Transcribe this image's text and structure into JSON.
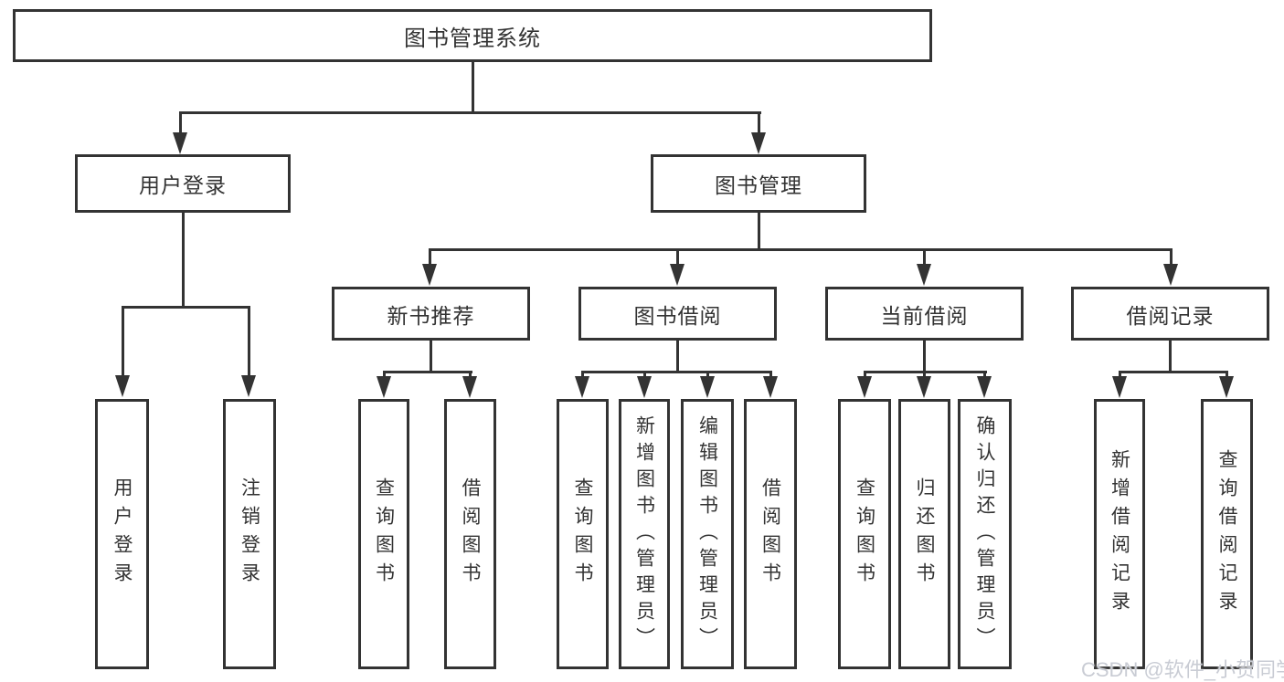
{
  "nodes": {
    "root": {
      "label": "图书管理系统"
    },
    "user_login": {
      "label": "用户登录"
    },
    "book_mgmt": {
      "label": "图书管理"
    },
    "new_book_rec": {
      "label": "新书推荐"
    },
    "book_borrow": {
      "label": "图书借阅"
    },
    "current_borrow": {
      "label": "当前借阅"
    },
    "borrow_record": {
      "label": "借阅记录"
    },
    "leaf_user_login": {
      "label": "用户登录"
    },
    "leaf_logout": {
      "label": "注销登录"
    },
    "nb_query_book": {
      "label": "查询图书"
    },
    "nb_borrow_book": {
      "label": "借阅图书"
    },
    "bb_query_book": {
      "label": "查询图书"
    },
    "bb_add_book": {
      "label": "新增图书（管理员）"
    },
    "bb_edit_book": {
      "label": "编辑图书（管理员）"
    },
    "bb_borrow_book": {
      "label": "借阅图书"
    },
    "cb_query_book": {
      "label": "查询图书"
    },
    "cb_return_book": {
      "label": "归还图书"
    },
    "cb_confirm_return": {
      "label": "确认归还（管理员）"
    },
    "br_add_record": {
      "label": "新增借阅记录"
    },
    "br_query_record": {
      "label": "查询借阅记录"
    }
  },
  "watermark": {
    "text": "CSDN @软件_小贺同学"
  },
  "colors": {
    "line": "#333333",
    "text": "#333333",
    "background": "#ffffff",
    "watermark": "#c9ccd4"
  }
}
